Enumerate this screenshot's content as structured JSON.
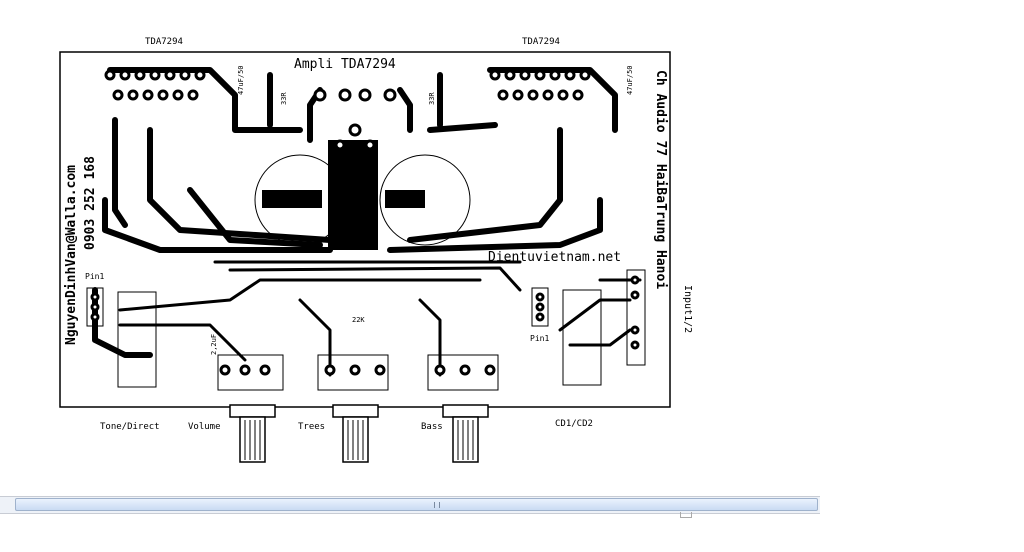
{
  "pcb": {
    "chip_left": "TDA7294",
    "chip_right": "TDA7294",
    "title": "Ampli TDA7294",
    "contact_email": "NguyenDinhVan@Walla.com",
    "contact_phone": "0903 252 168",
    "address": "Ch Audio 77 HaiBaTrung Hanoi",
    "website": "Dientuvietnam.net",
    "input_label": "Input1/2",
    "pin1_left": "Pin1",
    "pin1_right": "Pin1",
    "cap_47": "47uF/50",
    "res_33": "33R",
    "labels_bottom": {
      "tone": "Tone/Direct",
      "volume": "Volume",
      "trees": "Trees",
      "bass": "Bass",
      "cd": "CD1/CD2"
    },
    "comp_22k": "22K",
    "comp_2u2": "2,2uF"
  },
  "scrollbar": {
    "orientation": "horizontal"
  }
}
